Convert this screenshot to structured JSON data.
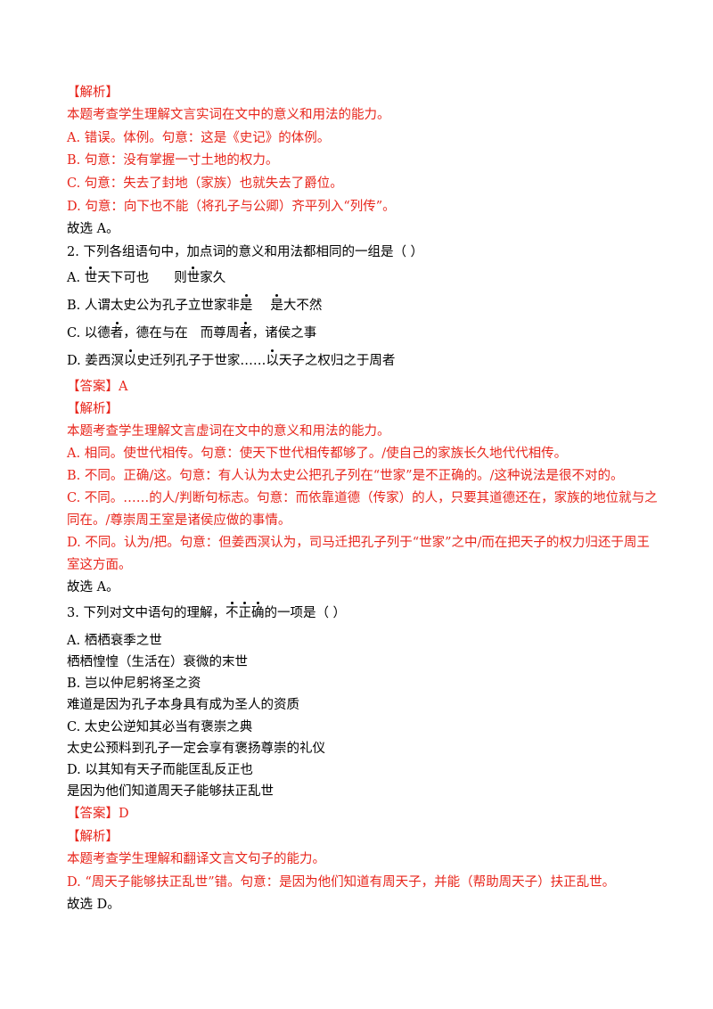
{
  "colors": {
    "answer_red": "#e8261c",
    "text_black": "#000000"
  },
  "q1": {
    "analysis_tag": "【解析】",
    "summary": "本题考查学生理解文言实词在文中的意义和用法的能力。",
    "a": "A. 错误。体例。句意：这是《史记》的体例。",
    "b": "B. 句意：没有掌握一寸土地的权力。",
    "c": "C. 句意：失去了封地（家族）也就失去了爵位。",
    "d": "D. 句意：向下也不能（将孔子与公卿）齐平列入“列传”。",
    "conclusion": "故选 A。"
  },
  "q2": {
    "stem": "2. 下列各组语句中，加点词的意义和用法都相同的一组是（      ）",
    "a": {
      "label": "A. ",
      "p1": "世",
      "p2": "天下可也",
      "p3": "则",
      "p4": "世",
      "p5": "家久"
    },
    "b": {
      "label": "B. ",
      "p1": "人谓太史公为孔子立世家非",
      "p2": "是",
      "p3": "是",
      "p4": "大不然"
    },
    "c": {
      "label": "C. ",
      "p1": "以德",
      "p2": "者",
      "p3": "，德在与在",
      "p4": "而尊周",
      "p5": "者",
      "p6": "，诸侯之事"
    },
    "d": {
      "label": "D. ",
      "p1": "姜西溟",
      "p2": "以",
      "p3": "史迁列孔子于世家……",
      "p4": "以",
      "p5": "天子之权归之于周者"
    },
    "answer": "【答案】A",
    "analysis_tag": "【解析】",
    "summary": "本题考查学生理解文言虚词在文中的意义和用法的能力。",
    "ea": "A. 相同。使世代相传。句意：使天下世代相传都够了。/使自己的家族长久地代代相传。",
    "eb": "B. 不同。正确/这。句意：有人认为太史公把孔子列在“世家”是不正确的。/这种说法是很不对的。",
    "ec1": "C. 不同。……的人/判断句标志。句意：而依靠道德（传家）的人，只要其道德还在，家族的地位就与之",
    "ec2": "同在。/尊崇周王室是诸侯应做的事情。",
    "ed1": "D. 不同。认为/把。句意：但姜西溟认为，司马迁把孔子列于“世家”之中/而在把天子的权力归还于周王",
    "ed2": "室这方面。",
    "conclusion": "故选 A。"
  },
  "q3": {
    "stem_pre": "3. 下列对文中语句的理解，",
    "stem_n1": "不",
    "stem_n2": "正",
    "stem_n3": "确",
    "stem_post": "的一项是（      ）",
    "a": "A. 栖栖衰季之世",
    "a_tr": "栖栖惶惶（生活在）衰微的末世",
    "b": "B. 岂以仲尼躬将圣之资",
    "b_tr": "难道是因为孔子本身具有成为圣人的资质",
    "c": "C. 太史公逆知其必当有褒崇之典",
    "c_tr": "太史公预料到孔子一定会享有褒扬尊崇的礼仪",
    "d": "D. 以其知有天子而能匡乱反正也",
    "d_tr": "是因为他们知道周天子能够扶正乱世",
    "answer": "【答案】D",
    "analysis_tag": "【解析】",
    "summary": "本题考查学生理解和翻译文言文句子的能力。",
    "ed": "D. “周天子能够扶正乱世”错。句意：是因为他们知道有周天子，并能（帮助周天子）扶正乱世。",
    "conclusion": "故选 D。"
  }
}
